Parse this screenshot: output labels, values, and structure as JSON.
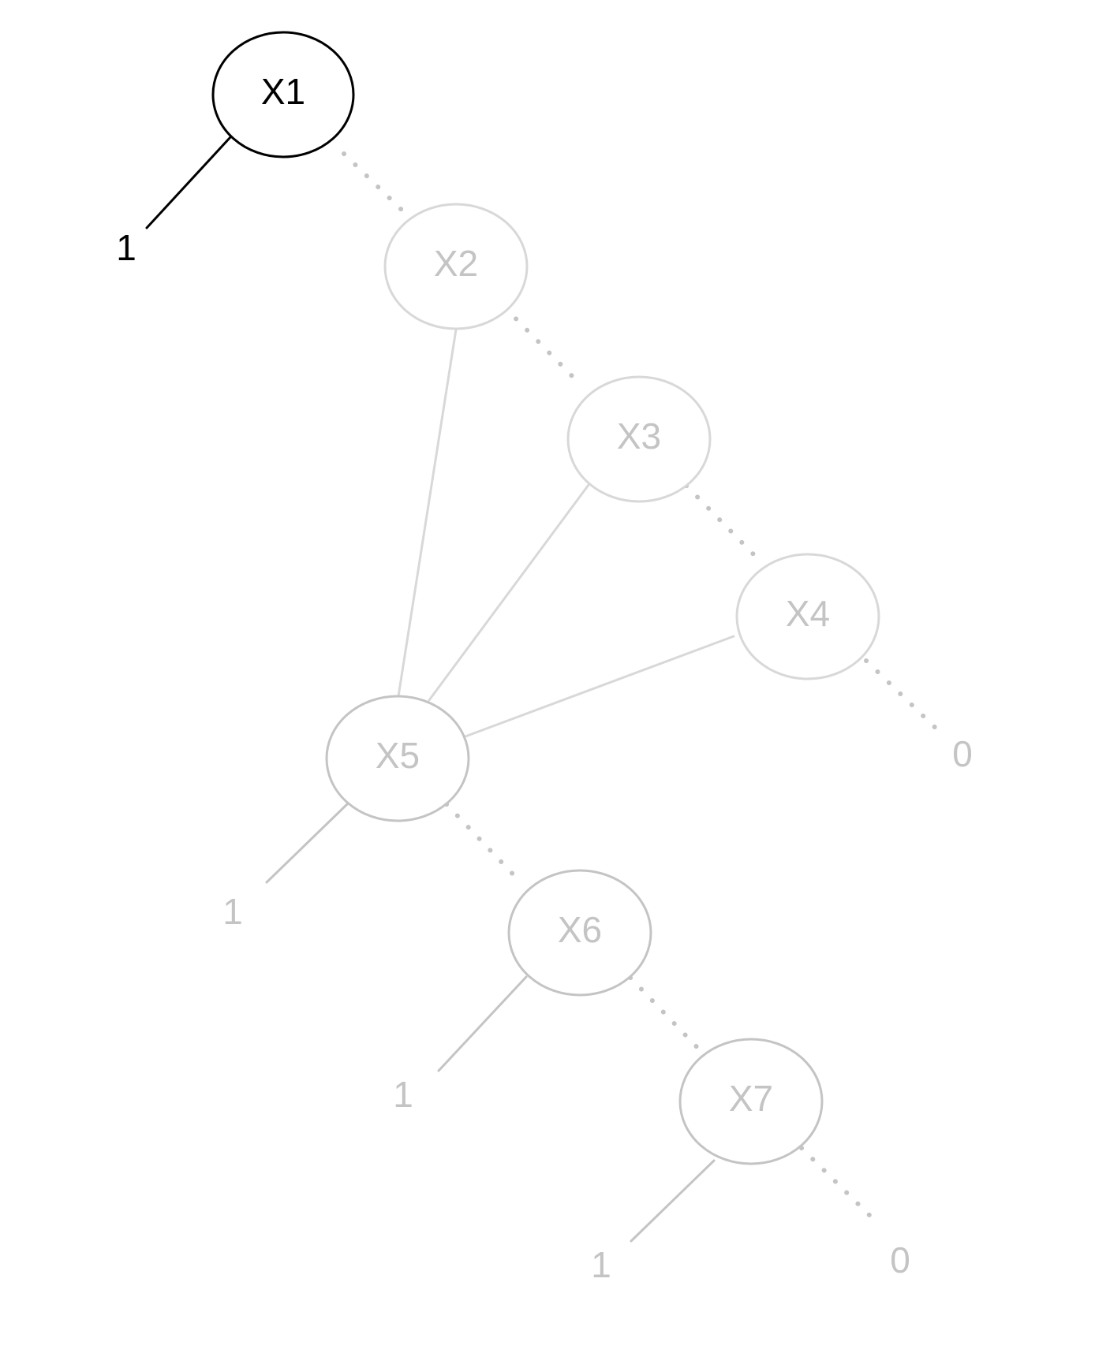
{
  "colors": {
    "active": "#000000",
    "faded_light": "#d8d8d8",
    "faded_mid": "#c4c4c4",
    "background": "#ffffff"
  },
  "nodes": {
    "x1": {
      "label": "X1",
      "state": "active"
    },
    "x2": {
      "label": "X2",
      "state": "faded"
    },
    "x3": {
      "label": "X3",
      "state": "faded"
    },
    "x4": {
      "label": "X4",
      "state": "faded"
    },
    "x5": {
      "label": "X5",
      "state": "faded"
    },
    "x6": {
      "label": "X6",
      "state": "faded"
    },
    "x7": {
      "label": "X7",
      "state": "faded"
    }
  },
  "terminals": {
    "t1_x1": "1",
    "t0_x4": "0",
    "t1_x5": "1",
    "t1_x6": "1",
    "t1_x7": "1",
    "t0_x7": "0"
  },
  "edges": [
    {
      "from": "X1",
      "to": "1",
      "style": "solid"
    },
    {
      "from": "X1",
      "to": "X2",
      "style": "dotted"
    },
    {
      "from": "X2",
      "to": "X5",
      "style": "solid"
    },
    {
      "from": "X2",
      "to": "X3",
      "style": "dotted"
    },
    {
      "from": "X3",
      "to": "X5",
      "style": "solid"
    },
    {
      "from": "X3",
      "to": "X4",
      "style": "dotted"
    },
    {
      "from": "X4",
      "to": "X5",
      "style": "solid"
    },
    {
      "from": "X4",
      "to": "0",
      "style": "dotted"
    },
    {
      "from": "X5",
      "to": "1",
      "style": "solid"
    },
    {
      "from": "X5",
      "to": "X6",
      "style": "dotted"
    },
    {
      "from": "X6",
      "to": "1",
      "style": "solid"
    },
    {
      "from": "X6",
      "to": "X7",
      "style": "dotted"
    },
    {
      "from": "X7",
      "to": "1",
      "style": "solid"
    },
    {
      "from": "X7",
      "to": "0",
      "style": "dotted"
    }
  ]
}
